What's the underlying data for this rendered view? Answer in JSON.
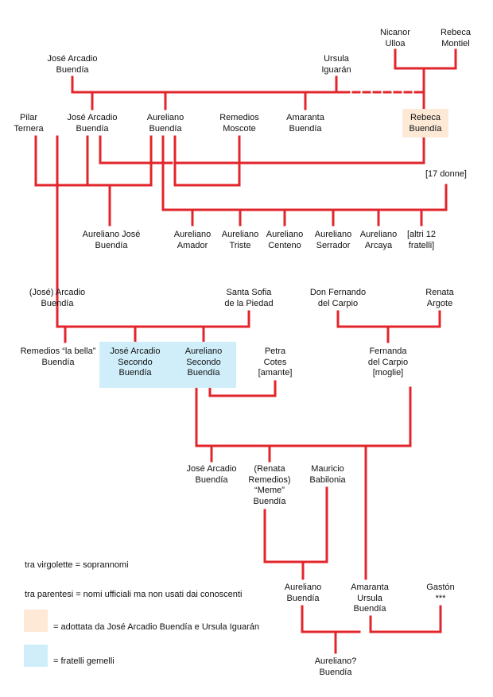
{
  "colors": {
    "line": "#e2252b",
    "adopted": "#fde9d6",
    "twins": "#cfeefa"
  },
  "nodes": {
    "nicanor": [
      "Nicanor",
      "Ulloa"
    ],
    "rebeca_m": [
      "Rebeca",
      "Montiel"
    ],
    "jose_arcadio_1": [
      "José Arcadio",
      "Buendía"
    ],
    "ursula": [
      "Ursula",
      "Iguarán"
    ],
    "pilar": [
      "Pilar",
      "Ternera"
    ],
    "jose_arcadio_2": [
      "José Arcadio",
      "Buendía"
    ],
    "aureliano": [
      "Aureliano",
      "Buendía"
    ],
    "remedios_m": [
      "Remedios",
      "Moscote"
    ],
    "amaranta": [
      "Amaranta",
      "Buendía"
    ],
    "rebeca_b": [
      "Rebeca",
      "Buendía"
    ],
    "diciassette": [
      "[17 donne]"
    ],
    "aureliano_jose": [
      "Aureliano José",
      "Buendía"
    ],
    "amador": [
      "Aureliano",
      "Amador"
    ],
    "triste": [
      "Aureliano",
      "Triste"
    ],
    "centeno": [
      "Aureliano",
      "Centeno"
    ],
    "serrador": [
      "Aureliano",
      "Serrador"
    ],
    "arcaya": [
      "Aureliano",
      "Arcaya"
    ],
    "altri": [
      "[altri 12",
      "fratelli]"
    ],
    "arcadio": [
      "(José) Arcadio",
      "Buendía"
    ],
    "santa_sofia": [
      "Santa Sofia",
      "de la Piedad"
    ],
    "don_fernando": [
      "Don Fernando",
      "del Carpio"
    ],
    "renata_argote": [
      "Renata",
      "Argote"
    ],
    "remedios_bella": [
      "Remedios “la bella”",
      "Buendía"
    ],
    "ja_segundo": [
      "José Arcadio",
      "Secondo",
      "Buendía"
    ],
    "au_segundo": [
      "Aureliano",
      "Secondo",
      "Buendía"
    ],
    "petra": [
      "Petra",
      "Cotes",
      "[amante]"
    ],
    "fernanda": [
      "Fernanda",
      "del Carpio",
      "[moglie]"
    ],
    "ja_3": [
      "José Arcadio",
      "Buendía"
    ],
    "meme": [
      "(Renata",
      "Remedios)",
      "“Meme”",
      "Buendía"
    ],
    "mauricio": [
      "Mauricio",
      "Babilonia"
    ],
    "aureliano_b": [
      "Aureliano",
      "Buendía"
    ],
    "amaranta_ursula": [
      "Amaranta",
      "Ursula",
      "Buendía"
    ],
    "gaston": [
      "Gastón",
      "***"
    ],
    "aureliano_q": [
      "Aureliano?",
      "Buendía"
    ]
  },
  "legend": {
    "virgolette": "tra virgolette = soprannomi",
    "parentesi": "tra parentesi = nomi ufficiali ma non usati dai conoscenti",
    "adottata": "= adottata da José Arcadio Buendía e Ursula Iguarán",
    "gemelli": "= fratelli gemelli"
  }
}
